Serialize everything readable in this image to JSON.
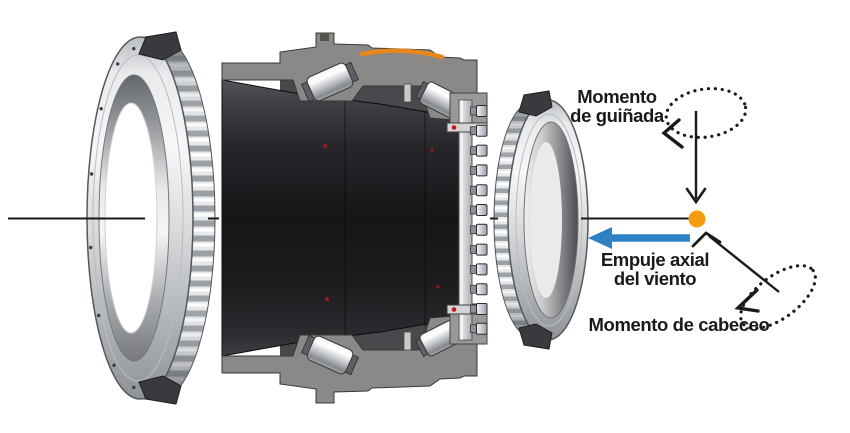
{
  "diagram": {
    "background": "#ffffff",
    "labels": {
      "yaw_moment": {
        "line1": "Momento",
        "line2": "de guiñada"
      },
      "axial_thrust": {
        "line1": "Empuje axial",
        "line2": "del viento"
      },
      "pitch_moment": {
        "line": "Momento de cabeceo"
      }
    },
    "colors": {
      "annotation_ink": "#1a1a1a",
      "thrust_arrow_blue": "#2e82c4",
      "load_point_orange": "#f59d0f",
      "seal_accent_orange": "#e8881c"
    },
    "icons": {
      "yaw_rotation": "dotted-rotation-ellipse-icon",
      "pitch_rotation": "dotted-rotation-ellipse-icon",
      "load_point": "orange-load-point-dot",
      "left_component": "large-tapered-roller-bearing",
      "center_component": "hub-bearing-cross-section",
      "right_component": "small-tapered-roller-bearing"
    }
  }
}
